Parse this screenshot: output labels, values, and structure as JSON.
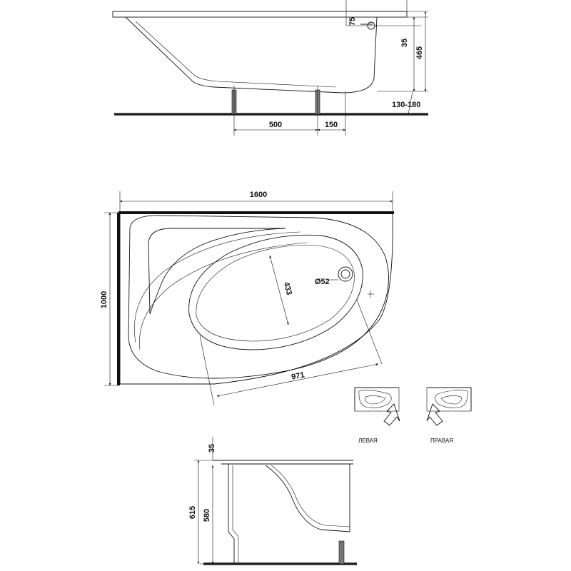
{
  "side_view": {
    "dim_75": "75",
    "dim_35": "35",
    "dim_465": "465",
    "dim_leg_range": "130-180",
    "dim_500": "500",
    "dim_150": "150"
  },
  "top_view": {
    "dim_length": "1600",
    "dim_width": "1000",
    "dim_drain": "Ø52",
    "dim_433": "433",
    "dim_971": "971"
  },
  "orientation": {
    "left_label": "ЛЕВАЯ",
    "right_label": "ПРАВАЯ"
  },
  "end_view": {
    "dim_35": "35",
    "dim_615": "615",
    "dim_580": "580"
  }
}
